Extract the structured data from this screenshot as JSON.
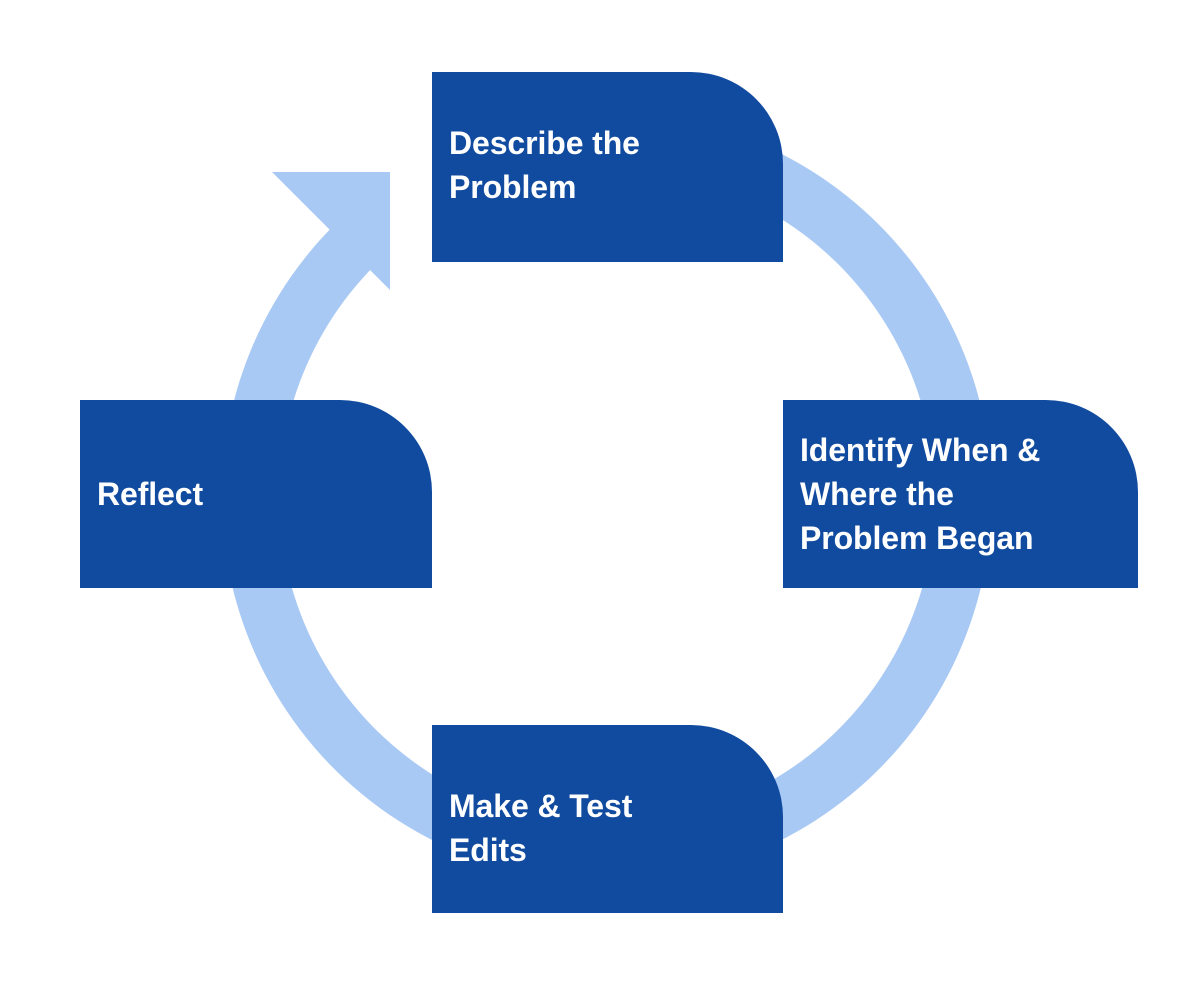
{
  "diagram": {
    "type": "cyclical-process-diagram",
    "title": "",
    "background_color": "#FFFFFF",
    "colors": {
      "box_fill": "#114BA0",
      "box_text": "#FFFFFF",
      "arc_fill": "#A9C9F5"
    },
    "arrow": {
      "name": "clockwise-cycle-arrow",
      "direction": "clockwise",
      "head_position": "top-left",
      "color": "#A9C9F5"
    },
    "stages": [
      {
        "id": "describe",
        "order": 1,
        "label": "Describe the\nProblem",
        "position": "top"
      },
      {
        "id": "identify",
        "order": 2,
        "label": "Identify When &\nWhere the\nProblem Began",
        "position": "right"
      },
      {
        "id": "make-test",
        "order": 3,
        "label": "Make & Test\nEdits",
        "position": "bottom"
      },
      {
        "id": "reflect",
        "order": 4,
        "label": "Reflect",
        "position": "left"
      }
    ]
  }
}
